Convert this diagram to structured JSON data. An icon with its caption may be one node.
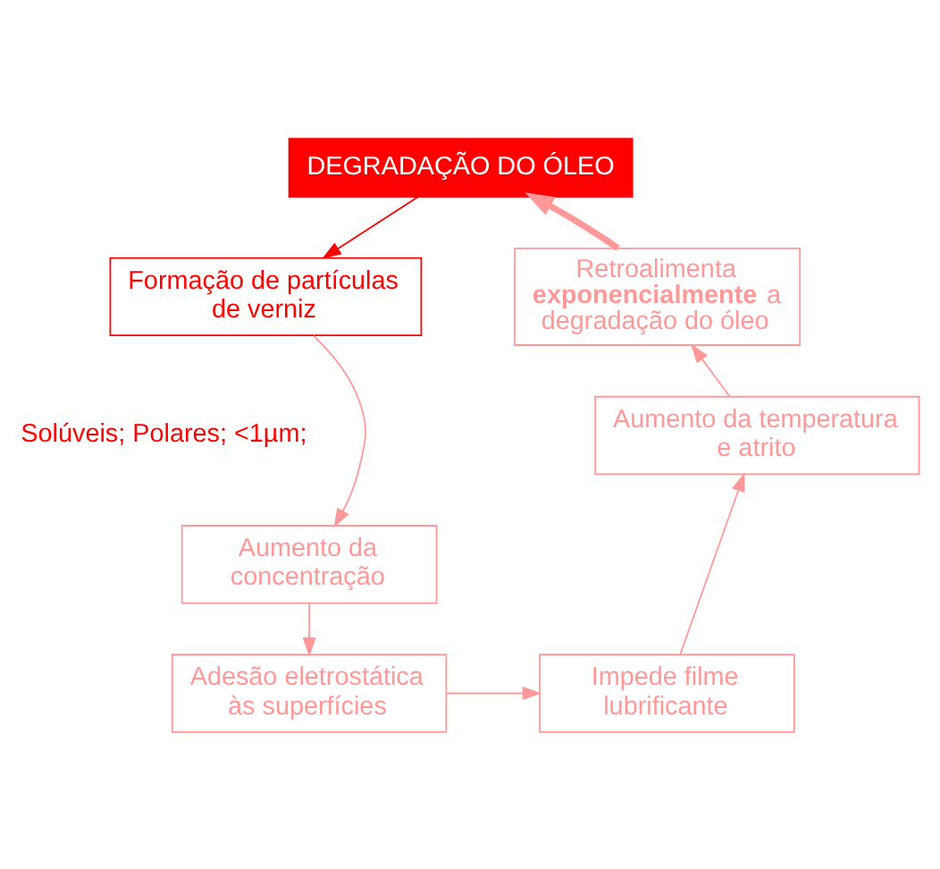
{
  "diagram": {
    "nodes": [
      {
        "text": [
          "DEGRADAÇÃO DO ÓLEO"
        ]
      },
      {
        "text": [
          "Formação de partículas de verniz"
        ],
        "beside": [
          "Solúveis; Polares; <1µm;"
        ]
      },
      {
        "text": [
          "Aumento da concentração"
        ]
      },
      {
        "text": [
          "Adesão eletrostática às superfícies"
        ]
      },
      {
        "text": [
          "Impede filme lubrificante"
        ]
      },
      {
        "text": [
          "Aumento da temperatura e atrito"
        ]
      },
      {
        "text": [
          "Retroalimenta **exponencialmente** a degradação do óleo"
        ]
      }
    ],
    "edges": [
      {
        "from": 0,
        "to": 1,
        "arrow": "to",
        "color": "#ff0000"
      },
      {
        "from": 1,
        "to": 2,
        "arrow": "to"
      },
      {
        "from": 2,
        "to": 3,
        "arrow": "to"
      },
      {
        "from": 3,
        "to": 4,
        "arrow": "to"
      },
      {
        "from": 4,
        "to": 5,
        "arrow": "to"
      },
      {
        "from": 5,
        "to": 6,
        "arrow": "to"
      },
      {
        "from": 6,
        "to": 0,
        "arrow": "to",
        "style": "thick"
      }
    ]
  }
}
